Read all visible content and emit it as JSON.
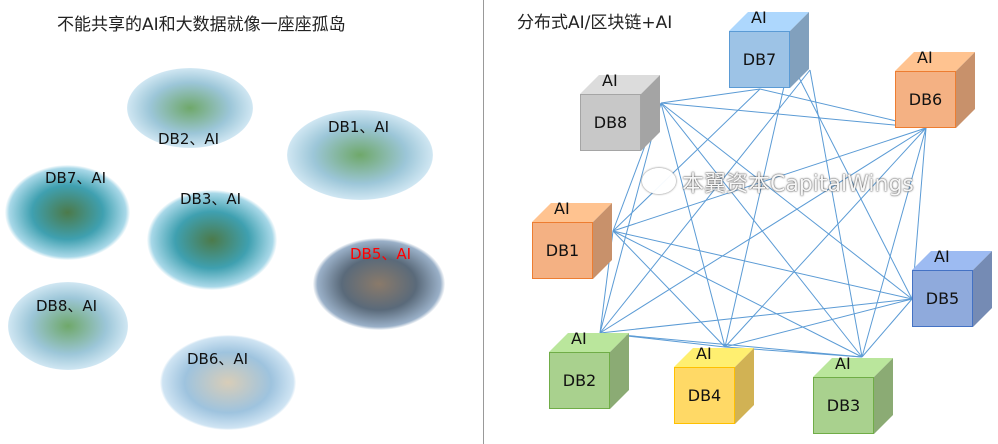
{
  "left": {
    "title": "不能共享的AI和大数据就像一座座孤岛",
    "islands": [
      {
        "label": "DB2、AI",
        "color": "#111111"
      },
      {
        "label": "DB1、AI",
        "color": "#111111"
      },
      {
        "label": "DB7、AI",
        "color": "#111111"
      },
      {
        "label": "DB3、AI",
        "color": "#111111"
      },
      {
        "label": "DB5、AI",
        "color": "#ff0000"
      },
      {
        "label": "DB8、AI",
        "color": "#111111"
      },
      {
        "label": "DB6、AI",
        "color": "#111111"
      }
    ]
  },
  "right": {
    "title": "分布式AI/区块链+AI",
    "cubes": [
      {
        "id": "DB7",
        "ai": "AI",
        "color": "#9dc3e6",
        "border": "#5b9bd5"
      },
      {
        "id": "DB8",
        "ai": "AI",
        "color": "#c8c8c8",
        "border": "#a5a5a5"
      },
      {
        "id": "DB6",
        "ai": "AI",
        "color": "#f4b183",
        "border": "#ed7d31"
      },
      {
        "id": "DB1",
        "ai": "AI",
        "color": "#f4b183",
        "border": "#ed7d31"
      },
      {
        "id": "DB5",
        "ai": "AI",
        "color": "#8faadc",
        "border": "#4472c4"
      },
      {
        "id": "DB2",
        "ai": "AI",
        "color": "#a9d18e",
        "border": "#70ad47"
      },
      {
        "id": "DB4",
        "ai": "AI",
        "color": "#ffd966",
        "border": "#ffc000"
      },
      {
        "id": "DB3",
        "ai": "AI",
        "color": "#a9d18e",
        "border": "#70ad47"
      }
    ],
    "line_color": "#5b9bd5"
  },
  "watermark": "本翼资本CapitalWings"
}
